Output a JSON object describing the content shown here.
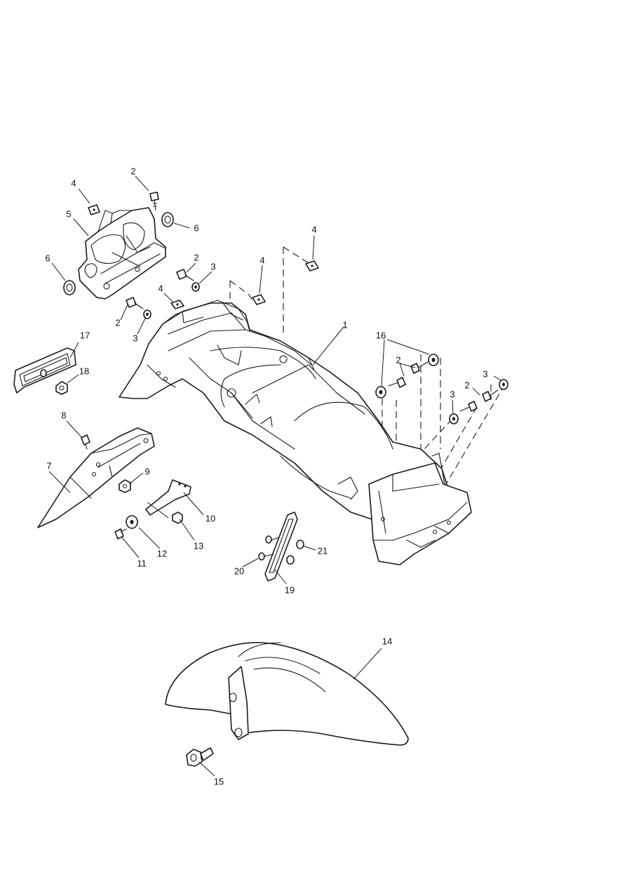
{
  "diagram": {
    "callouts": {
      "c1": "1",
      "c2a": "2",
      "c2b": "2",
      "c2c": "2",
      "c2d": "2",
      "c2e": "2",
      "c3a": "3",
      "c3b": "3",
      "c3c": "3",
      "c3d": "3",
      "c4a": "4",
      "c4b": "4",
      "c4c": "4",
      "c4d": "4",
      "c5": "5",
      "c6a": "6",
      "c6b": "6",
      "c7": "7",
      "c8": "8",
      "c9": "9",
      "c10": "10",
      "c11": "11",
      "c12": "12",
      "c13": "13",
      "c14": "14",
      "c15": "15",
      "c16": "16",
      "c17": "17",
      "c18": "18",
      "c19": "19",
      "c20": "20",
      "c21": "21"
    },
    "parts": [
      "rear-mudguard",
      "screw",
      "washer",
      "clip-nut",
      "light-bracket",
      "grommet",
      "side-panel",
      "screw",
      "nut",
      "bracket",
      "screw",
      "washer",
      "nut",
      "front-mudguard",
      "screw",
      "washer",
      "reflector",
      "nut",
      "reflector-plate",
      "nut",
      "washer"
    ]
  }
}
